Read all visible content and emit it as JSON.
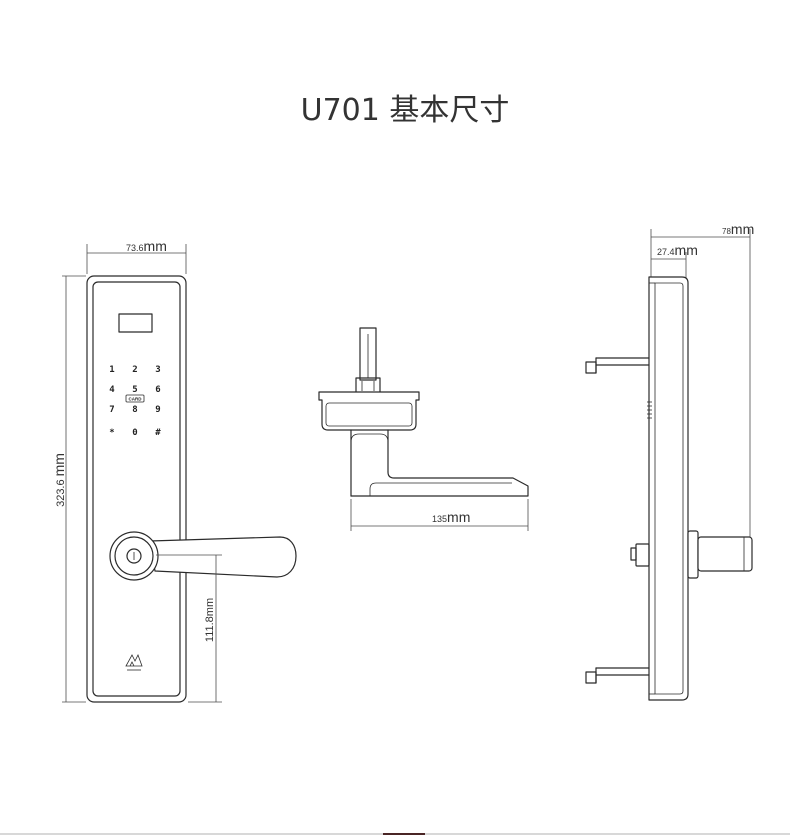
{
  "title": "U701 基本尺寸",
  "front_view": {
    "width_dim": {
      "value": "73.6",
      "unit": "mm"
    },
    "height_dim": {
      "value": "323.6",
      "unit": "mm"
    },
    "handle_height_dim": {
      "value": "111.8",
      "unit": "mm"
    },
    "keypad": {
      "rows": [
        [
          "1",
          "2",
          "3"
        ],
        [
          "4",
          "5",
          "6"
        ],
        [
          "7",
          "8",
          "9"
        ],
        [
          "*",
          "0",
          "#"
        ]
      ],
      "card_label": "CARD"
    },
    "logo_icon": "mountain-logo-icon"
  },
  "top_view": {
    "handle_length_dim": {
      "value": "135",
      "unit": "mm"
    }
  },
  "side_view": {
    "overall_depth_dim": {
      "value": "78",
      "unit": "mm"
    },
    "panel_depth_dim": {
      "value": "27.4",
      "unit": "mm"
    }
  },
  "colors": {
    "line": "#2b2b2b",
    "dimension_line": "#4d4d4d",
    "text": "#333333",
    "background": "#ffffff"
  }
}
